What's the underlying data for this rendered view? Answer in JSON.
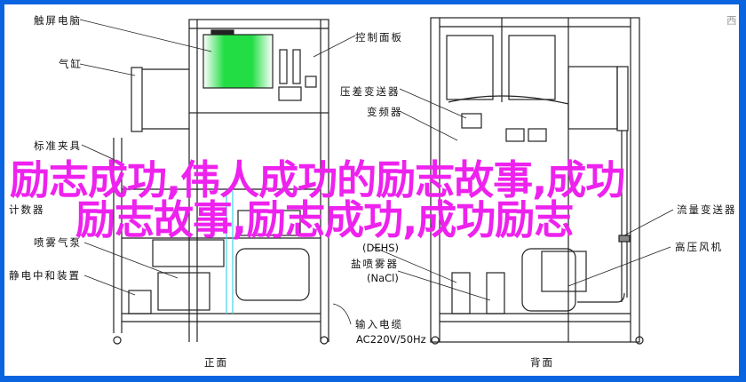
{
  "labels": {
    "touch_pc": "触屏电脑",
    "cylinder": "气缸",
    "control_panel": "控制面板",
    "diff_pressure": "压差变送器",
    "inverter": "变频器",
    "fixture": "标准夹具",
    "counter": "计数器",
    "spray_pump": "喷雾气泵",
    "neutralizer": "静电中和装置",
    "dehs": "(DEHS)",
    "salt_sprayer": "盐喷雾器",
    "nacl": "(NaCl)",
    "cable": "输入电缆",
    "power": "AC220V/50Hz",
    "flow": "流量变送器",
    "blower": "高压风机",
    "front": "正面",
    "back": "背面",
    "corner": "西"
  },
  "overlay": {
    "line1": "励志成功,伟人成功的励志故事,成功",
    "line2": "励志故事,励志成功,成功励志"
  },
  "colors": {
    "frame": "#0a64e0",
    "overlay": "#ee22ee",
    "screen": "#22dd44"
  }
}
